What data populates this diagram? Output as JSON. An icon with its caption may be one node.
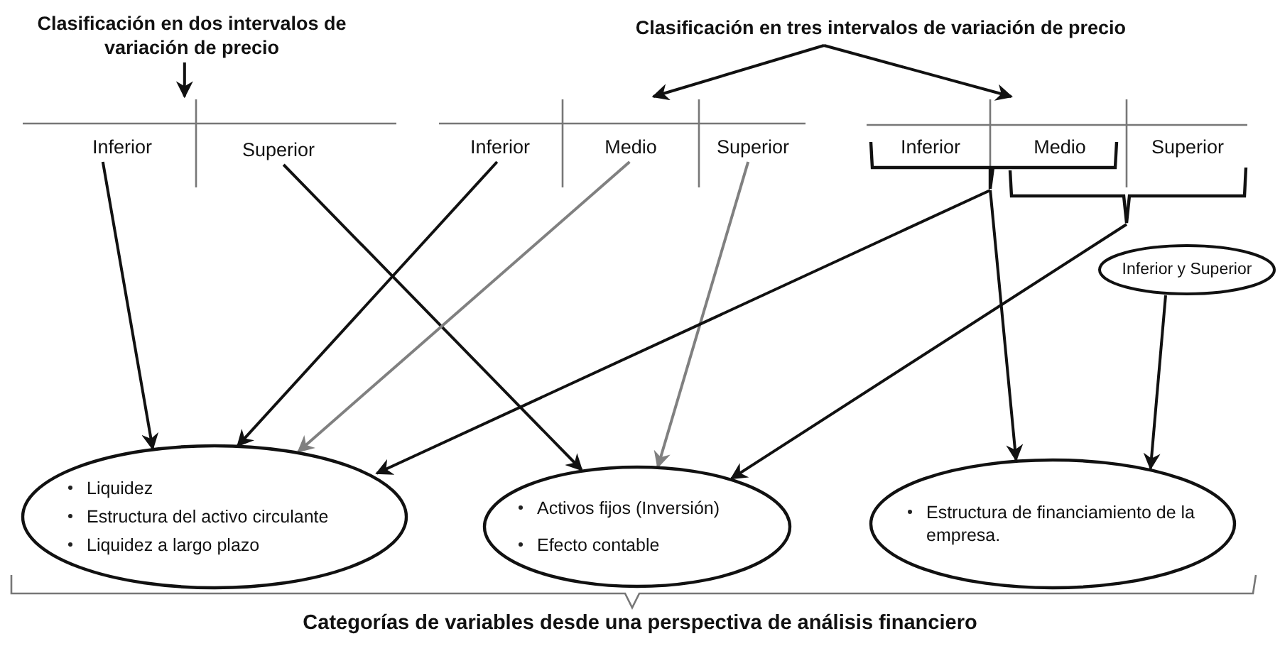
{
  "diagram": {
    "caption": "Categorías de variables desde una perspectiva de análisis financiero",
    "nodes": [
      {
        "text": [
          "Clasificación en dos intervalos de variación de precio"
        ]
      },
      {
        "text": [
          "Clasificación en tres intervalos de variación de precio"
        ]
      },
      {
        "text": [],
        "shape": "box"
      },
      {
        "text": [
          "Inferior"
        ],
        "in": 2
      },
      {
        "text": [
          "Superior"
        ],
        "in": 2
      },
      {
        "text": [],
        "shape": "box"
      },
      {
        "text": [
          "Inferior"
        ],
        "in": 5
      },
      {
        "text": [
          "Medio"
        ],
        "in": 5
      },
      {
        "text": [
          "Superior"
        ],
        "in": 5
      },
      {
        "text": [],
        "shape": "box"
      },
      {
        "text": [
          "Inferior"
        ],
        "in": 9
      },
      {
        "text": [
          "Medio"
        ],
        "in": 9
      },
      {
        "text": [
          "Superior"
        ],
        "in": 9
      },
      {
        "text": [],
        "shape": "bracket",
        "in": 9
      },
      {
        "text": [],
        "shape": "bracket"
      },
      {
        "text": [
          "Inferior y Superior"
        ]
      },
      {
        "text": [
          "Liquidez",
          "Estructura del activo circulante",
          "Liquidez a largo plazo"
        ]
      },
      {
        "text": [
          "Activos fijos (Inversión)",
          "Efecto contable"
        ]
      },
      {
        "text": [
          "Estructura de financiamiento de la empresa."
        ]
      }
    ],
    "edges": [
      {
        "from": 0,
        "to": 2,
        "arrow": "to"
      },
      {
        "from": 1,
        "to": 5,
        "arrow": "to"
      },
      {
        "from": 1,
        "to": 9,
        "arrow": "to"
      },
      {
        "from": 3,
        "to": 16,
        "arrow": "to"
      },
      {
        "from": 4,
        "to": 17,
        "arrow": "to"
      },
      {
        "from": 6,
        "to": 16,
        "arrow": "to"
      },
      {
        "from": 7,
        "to": 16,
        "arrow": "to",
        "color": "#808080"
      },
      {
        "from": 8,
        "to": 17,
        "arrow": "to",
        "color": "#808080"
      },
      {
        "from": 13,
        "to": 16,
        "arrow": "to"
      },
      {
        "from": 13,
        "to": 18,
        "arrow": "to"
      },
      {
        "from": 14,
        "to": 17,
        "arrow": "to"
      },
      {
        "from": 15,
        "to": 18,
        "arrow": "to"
      }
    ]
  }
}
